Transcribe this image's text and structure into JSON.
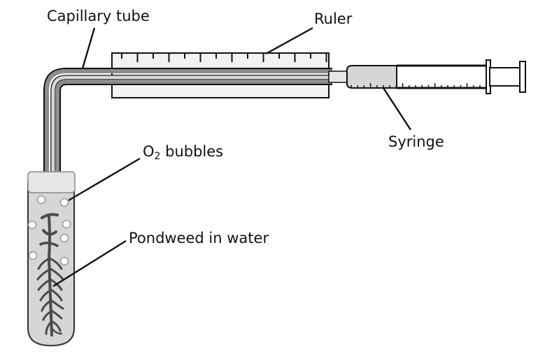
{
  "title": "Pondweed photosynthesis apparatus",
  "labels": {
    "capillary_tube": "Capillary tube",
    "ruler": "Ruler",
    "syringe": "Syringe",
    "o2_prefix": "O",
    "o2_subscript": "2",
    "o2_suffix": " bubbles",
    "pondweed": "Pondweed in water"
  },
  "components": [
    "capillary-tube",
    "ruler",
    "syringe",
    "test-tube",
    "bubbles",
    "pondweed"
  ],
  "colors": {
    "outline": "#111111",
    "tube_wall": "#8c8c8c",
    "tube_bore": "#d9d9d9",
    "ruler_fill": "#f2f2f2",
    "liquid": "#d6d6d6",
    "stopper": "#e6e6e6",
    "weed": "#4a4a4a",
    "bubble": "#ffffff"
  }
}
